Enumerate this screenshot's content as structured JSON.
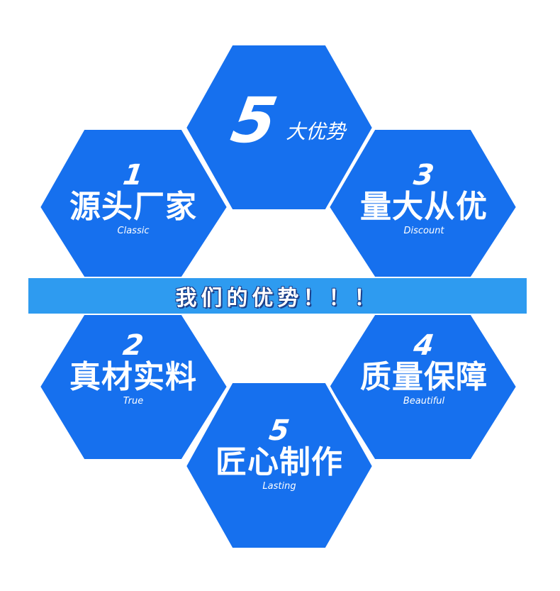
{
  "colors": {
    "hex_fill": "#1670ee",
    "banner_fill": "#2e9bf0",
    "text": "#ffffff"
  },
  "top": {
    "big_number": "5",
    "label": "大优势"
  },
  "banner": {
    "text": "我们的优势！！！"
  },
  "hexes": [
    {
      "number": "1",
      "title": "源头厂家",
      "subtitle": "Classic"
    },
    {
      "number": "3",
      "title": "量大从优",
      "subtitle": "Discount"
    },
    {
      "number": "2",
      "title": "真材实料",
      "subtitle": "True"
    },
    {
      "number": "4",
      "title": "质量保障",
      "subtitle": "Beautiful"
    },
    {
      "number": "5",
      "title": "匠心制作",
      "subtitle": "Lasting"
    }
  ]
}
